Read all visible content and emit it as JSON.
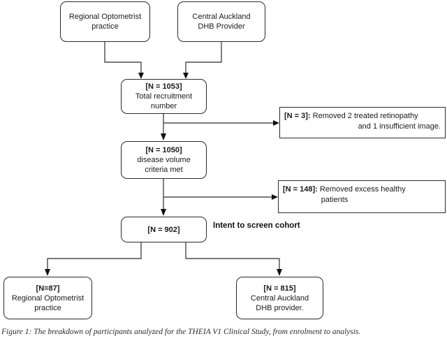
{
  "figure": {
    "caption": "Figure 1: The breakdown of participants analyzed for the THEIA V1 Clinical Study, from enrolment to analysis."
  },
  "chart_data": {
    "type": "diagram",
    "diagram_kind": "flowchart",
    "title": "THEIA V1 Clinical Study participant breakdown",
    "nodes": [
      {
        "id": "src-optom",
        "line1": "Regional Optometrist",
        "line2": "practice",
        "n": null,
        "shape": "rounded-rect"
      },
      {
        "id": "src-dhb",
        "line1": "Central Auckland",
        "line2": "DHB Provider",
        "n": null,
        "shape": "rounded-rect"
      },
      {
        "id": "recruit",
        "line1": "[N = 1053]",
        "line2": "Total recruitment",
        "line3": "number",
        "n": 1053,
        "shape": "rounded-rect"
      },
      {
        "id": "disease",
        "line1": "[N = 1050]",
        "line2": "disease volume",
        "line3": "criteria met",
        "n": 1050,
        "shape": "rounded-rect"
      },
      {
        "id": "intent",
        "line1": "[N = 902]",
        "line2": "",
        "n": 902,
        "shape": "rounded-rect"
      },
      {
        "id": "out-optom",
        "line1": "[N=87]",
        "line2": "Regional Optometrist",
        "line3": "practice",
        "n": 87,
        "shape": "rounded-rect"
      },
      {
        "id": "out-dhb",
        "line1": "[N = 815]",
        "line2": "Central Auckland",
        "line3": "DHB provider.",
        "n": 815,
        "shape": "rounded-rect"
      },
      {
        "id": "excl-3",
        "line1": "[N = 3]:",
        "rest1": " Removed 2 treated retinopathy",
        "line2": "and 1 insufficient image.",
        "n": 3,
        "shape": "rect"
      },
      {
        "id": "excl-148",
        "line1": "[N = 148]:",
        "rest1": " Removed excess healthy",
        "line2": "patients",
        "n": 148,
        "shape": "rect"
      }
    ],
    "edges": [
      {
        "from": "src-optom",
        "to": "recruit"
      },
      {
        "from": "src-dhb",
        "to": "recruit"
      },
      {
        "from": "recruit",
        "to": "disease"
      },
      {
        "from": "recruit",
        "to": "excl-3"
      },
      {
        "from": "disease",
        "to": "intent"
      },
      {
        "from": "disease",
        "to": "excl-148"
      },
      {
        "from": "intent",
        "to": "out-optom"
      },
      {
        "from": "intent",
        "to": "out-dhb"
      }
    ],
    "annotations": [
      {
        "id": "intent-label",
        "text": "Intent to screen cohort",
        "bold": true
      }
    ]
  },
  "nodes": {
    "src_optom": {
      "l1": "Regional Optometrist",
      "l2": "practice"
    },
    "src_dhb": {
      "l1": "Central Auckland",
      "l2": "DHB Provider"
    },
    "recruit": {
      "l1": "[N = 1053]",
      "l2": "Total recruitment",
      "l3": "number"
    },
    "disease": {
      "l1": "[N = 1050]",
      "l2": "disease volume",
      "l3": "criteria met"
    },
    "intent": {
      "l1": "[N = 902]"
    },
    "out_optom": {
      "l1": "[N=87]",
      "l2": "Regional Optometrist",
      "l3": "practice"
    },
    "out_dhb": {
      "l1": "[N = 815]",
      "l2": "Central Auckland",
      "l3": "DHB provider."
    }
  },
  "exclusions": {
    "excl_3": {
      "tag": "[N = 3]:",
      "rest": " Removed 2 treated retinopathy",
      "l2": "and 1 insufficient image."
    },
    "excl_148": {
      "tag": "[N = 148]:",
      "rest": " Removed excess healthy",
      "l2": "patients"
    }
  },
  "labels": {
    "intent_cohort": "Intent to screen cohort"
  },
  "colors": {
    "stroke": "#2b2b2b",
    "text": "#1a1a1a",
    "background": "#ffffff",
    "caption_text": "#2a2a2a"
  }
}
